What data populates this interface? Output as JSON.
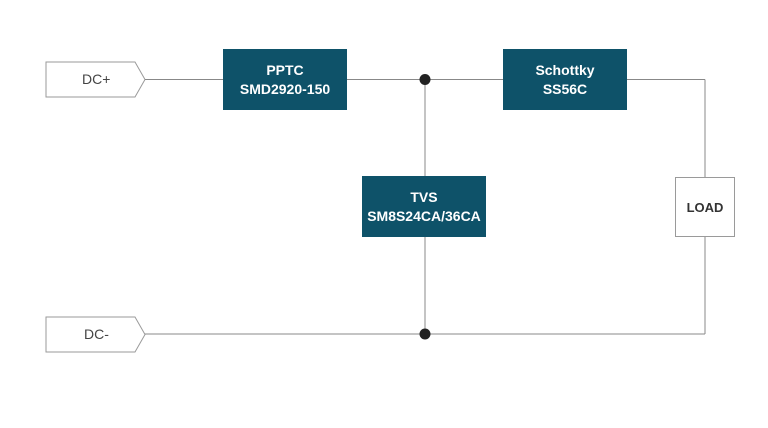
{
  "terminals": {
    "positive": "DC+",
    "negative": "DC-"
  },
  "components": {
    "pptc": {
      "line1": "PPTC",
      "line2": "SMD2920-150"
    },
    "schottky": {
      "line1": "Schottky",
      "line2": "SS56C"
    },
    "tvs": {
      "line1": "TVS",
      "line2": "SM8S24CA/36CA"
    },
    "load": {
      "label": "LOAD"
    }
  },
  "colors": {
    "component_fill": "#0e5269",
    "wire": "#888888",
    "junction": "#222222"
  }
}
